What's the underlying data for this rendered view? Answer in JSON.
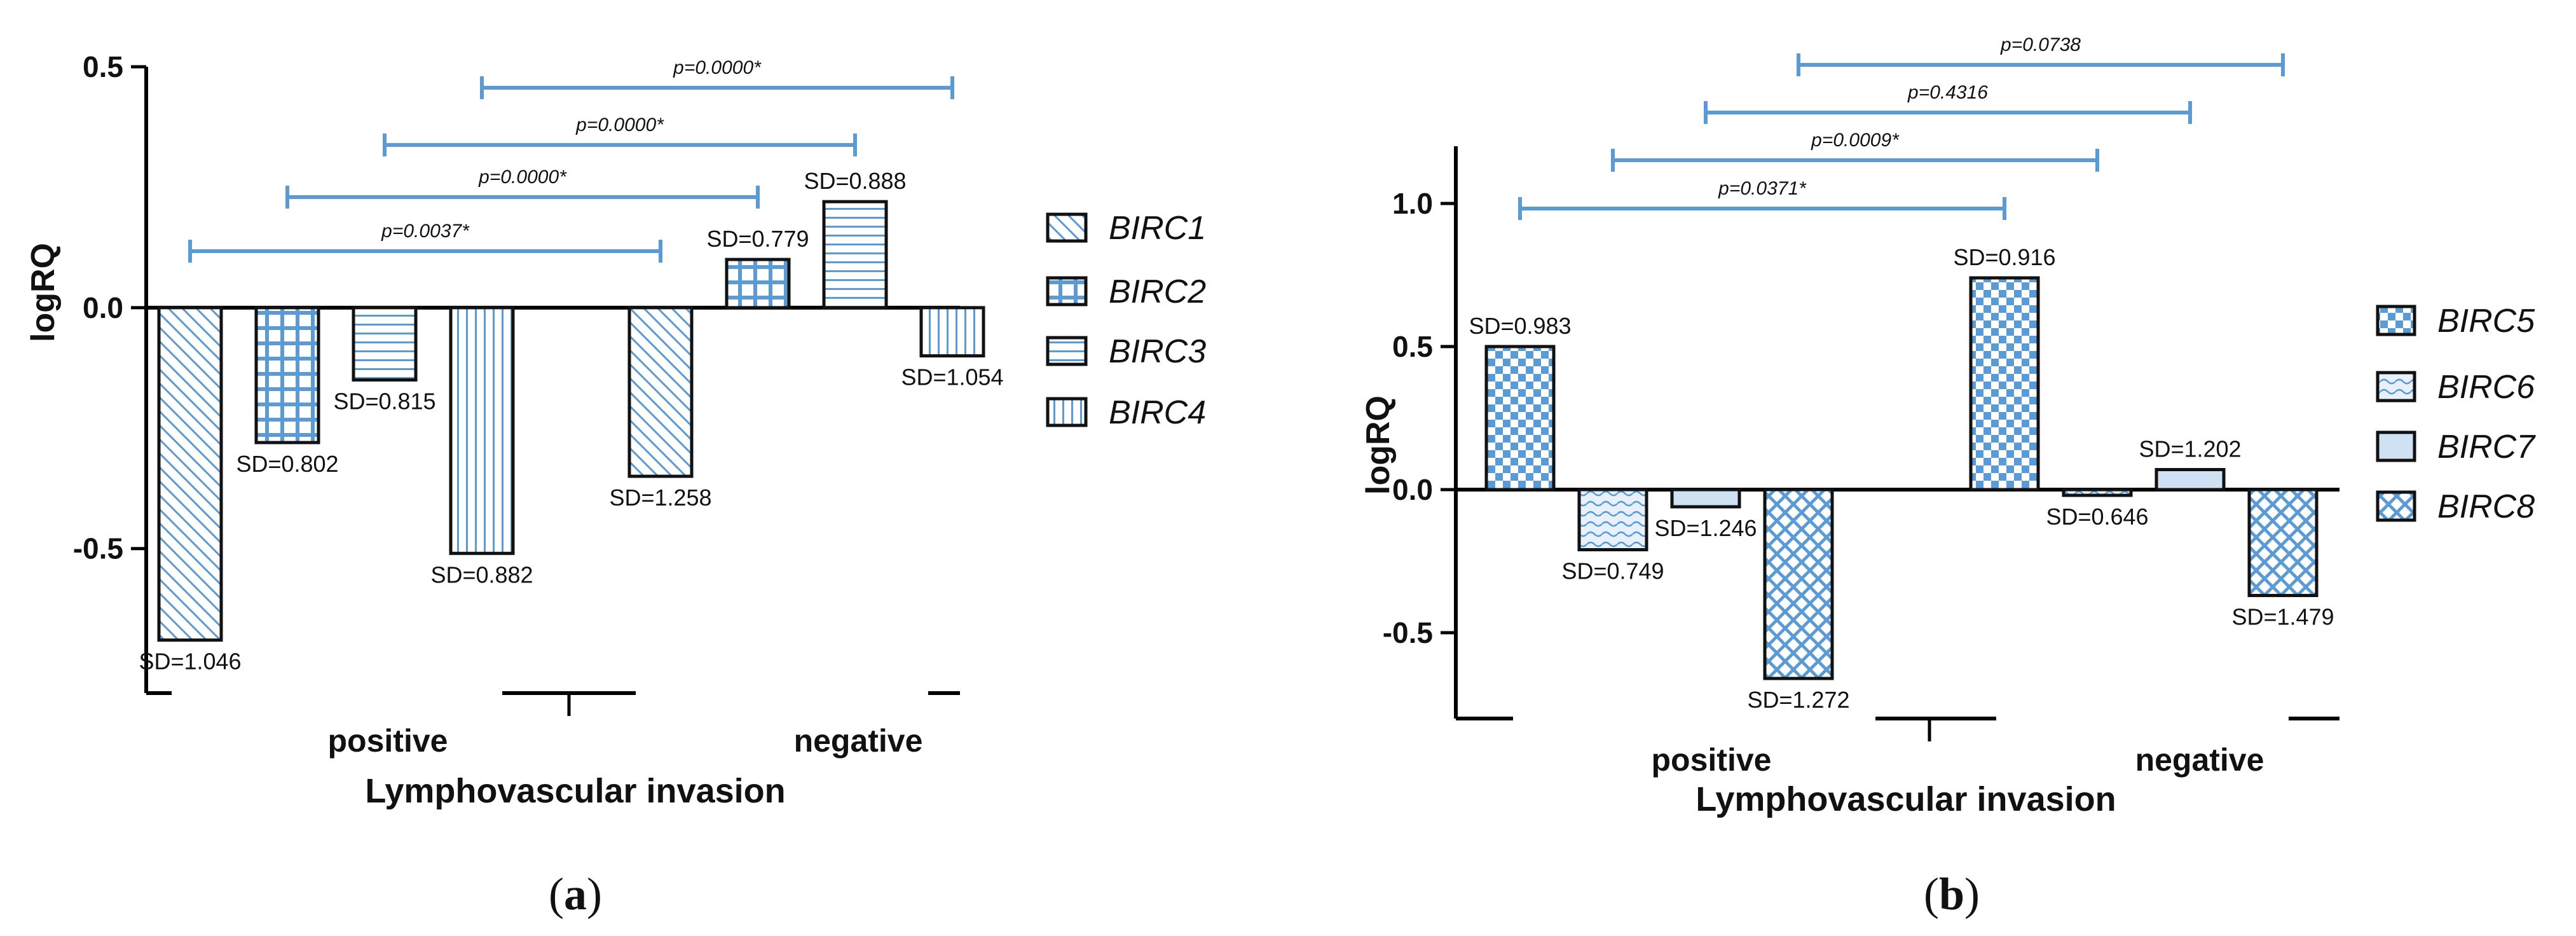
{
  "colors": {
    "pattern": "#5b9bd5",
    "bracket": "#5b9bd5",
    "stroke": "#111111"
  },
  "chart_data": [
    {
      "type": "bar",
      "panel_label": "a",
      "xlabel": "Lymphovascular invasion",
      "ylabel": "logRQ",
      "ylim": [
        -0.8,
        0.5
      ],
      "yticks": [
        "-0.5",
        "0.0",
        "0.5"
      ],
      "categories": [
        "positive",
        "negative"
      ],
      "legend_position": "right",
      "series": [
        {
          "name": "BIRC1",
          "pattern": "diag",
          "values": [
            -0.69,
            -0.35
          ],
          "sd_labels": [
            "SD=1.046",
            "SD=1.258"
          ]
        },
        {
          "name": "BIRC2",
          "pattern": "grid",
          "values": [
            -0.28,
            0.1
          ],
          "sd_labels": [
            "SD=0.802",
            "SD=0.779"
          ]
        },
        {
          "name": "BIRC3",
          "pattern": "hlines",
          "values": [
            -0.15,
            0.22
          ],
          "sd_labels": [
            "SD=0.815",
            "SD=0.888"
          ]
        },
        {
          "name": "BIRC4",
          "pattern": "vlines",
          "values": [
            -0.51,
            -0.1
          ],
          "sd_labels": [
            "SD=0.882",
            "SD=1.054"
          ]
        }
      ],
      "brackets": [
        {
          "label": "p=0.0037*",
          "series": "BIRC1"
        },
        {
          "label": "p=0.0000*",
          "series": "BIRC2"
        },
        {
          "label": "p=0.0000*",
          "series": "BIRC3"
        },
        {
          "label": "p=0.0000*",
          "series": "BIRC4"
        }
      ]
    },
    {
      "type": "bar",
      "panel_label": "b",
      "xlabel": "Lymphovascular invasion",
      "ylabel": "logRQ",
      "ylim": [
        -0.8,
        1.2
      ],
      "yticks": [
        "-0.5",
        "0.0",
        "0.5",
        "1.0"
      ],
      "categories": [
        "positive",
        "negative"
      ],
      "legend_position": "right",
      "series": [
        {
          "name": "BIRC5",
          "pattern": "checker",
          "values": [
            0.5,
            0.74
          ],
          "sd_labels": [
            "SD=0.983",
            "SD=0.916"
          ]
        },
        {
          "name": "BIRC6",
          "pattern": "wave",
          "values": [
            -0.21,
            -0.02
          ],
          "sd_labels": [
            "SD=0.749",
            "SD=0.646"
          ]
        },
        {
          "name": "BIRC7",
          "pattern": "solid",
          "values": [
            -0.06,
            0.07
          ],
          "sd_labels": [
            "SD=1.246",
            "SD=1.202"
          ]
        },
        {
          "name": "BIRC8",
          "pattern": "crosshatch",
          "values": [
            -0.66,
            -0.37
          ],
          "sd_labels": [
            "SD=1.272",
            "SD=1.479"
          ]
        }
      ],
      "brackets": [
        {
          "label": "p=0.0371*",
          "series": "BIRC5"
        },
        {
          "label": "p=0.0009*",
          "series": "BIRC6"
        },
        {
          "label": "p=0.4316",
          "series": "BIRC7"
        },
        {
          "label": "p=0.0738",
          "series": "BIRC8"
        }
      ]
    }
  ]
}
